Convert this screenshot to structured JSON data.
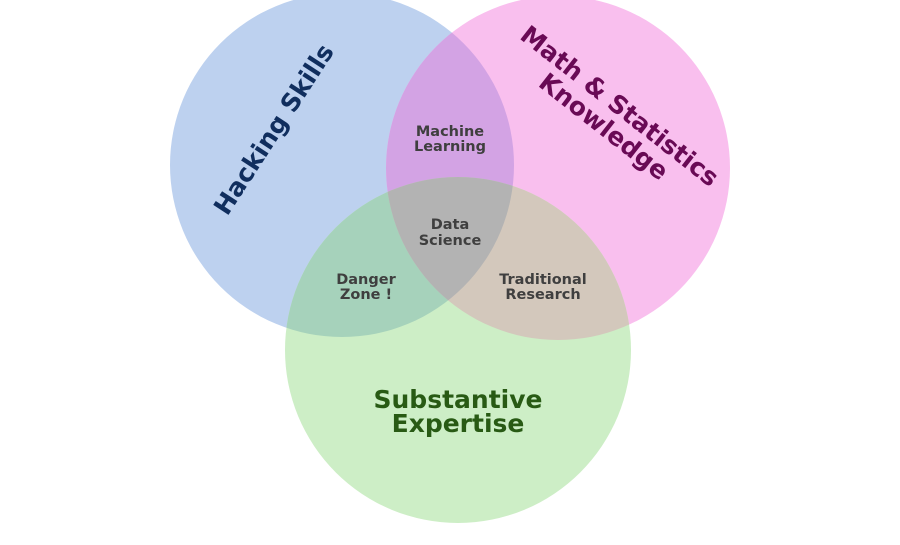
{
  "circles": {
    "hacking": {
      "label": "Hacking Skills",
      "color": "#bdd1ef",
      "text_color": "#102e5e"
    },
    "math": {
      "label_line1": "Math & Statistics",
      "label_line2": "Knowledge",
      "color": "#f9bfee",
      "text_color": "#690a55"
    },
    "substantive": {
      "label_line1": "Substantive",
      "label_line2": "Expertise",
      "color": "#cdeec6",
      "text_color": "#285a14"
    }
  },
  "intersections": {
    "machine_learning": {
      "line1": "Machine",
      "line2": "Learning",
      "color": "#d3a3e4"
    },
    "danger_zone": {
      "line1": "Danger",
      "line2": "Zone !",
      "color": "#a6d2bb"
    },
    "traditional_research": {
      "line1": "Traditional",
      "line2": "Research",
      "color": "#d3c8bc"
    },
    "data_science": {
      "line1": "Data",
      "line2": "Science",
      "color": "#b3b3b3"
    }
  }
}
